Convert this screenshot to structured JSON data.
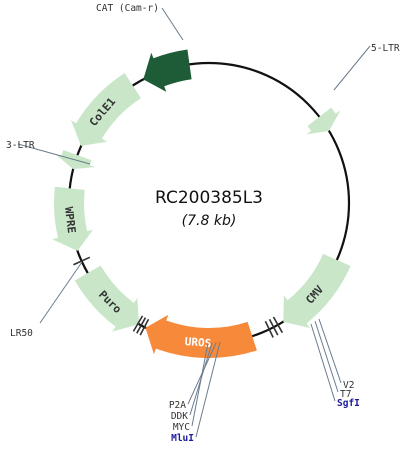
{
  "plasmid": {
    "name": "RC200385L3",
    "size": "(7.8 kb)"
  },
  "features": [
    {
      "id": "cat",
      "label": "CAT (Cam-r)",
      "start": -28,
      "end": -8,
      "dir": -1,
      "fill": "#1d5c36",
      "text_color": "#ffffff",
      "show_label": false
    },
    {
      "id": "ltr5",
      "label": "5-LTR",
      "start": 52,
      "end": 59,
      "dir": 1,
      "fill": "#c9e7c8",
      "text_color": "#333333",
      "show_label": false
    },
    {
      "id": "cmv",
      "label": "CMV",
      "start": 114,
      "end": 148,
      "dir": 1,
      "fill": "#c9e7c8",
      "text_color": "#333333",
      "show_label": true
    },
    {
      "id": "uros",
      "label": "UROS",
      "start": 162,
      "end": 207,
      "dir": 1,
      "fill": "#f7893b",
      "text_color": "#ffffff",
      "show_label": true
    },
    {
      "id": "puro",
      "label": "Puro",
      "start": 210,
      "end": 240,
      "dir": -1,
      "fill": "#c9e7c8",
      "text_color": "#333333",
      "show_label": true
    },
    {
      "id": "wpre",
      "label": "WPRE",
      "start": 250,
      "end": 276,
      "dir": -1,
      "fill": "#c9e7c8",
      "text_color": "#333333",
      "show_label": true
    },
    {
      "id": "ltr3",
      "label": "3-LTR",
      "start": 284,
      "end": 290,
      "dir": -1,
      "fill": "#c9e7c8",
      "text_color": "#333333",
      "show_label": false
    },
    {
      "id": "cole1",
      "label": "ColE1",
      "start": 294,
      "end": 327,
      "dir": -1,
      "fill": "#c9e7c8",
      "text_color": "#333333",
      "show_label": true
    }
  ],
  "outer_labels": [
    {
      "id": "cat",
      "text": "CAT (Cam-r)",
      "color": "#333333"
    },
    {
      "id": "ltr5",
      "text": "5-LTR",
      "color": "#333333"
    },
    {
      "id": "ltr3",
      "text": "3-LTR",
      "color": "#333333"
    },
    {
      "id": "lr50",
      "text": "LR50",
      "color": "#333333"
    },
    {
      "id": "v2",
      "text": "V2",
      "color": "#333333"
    },
    {
      "id": "t7",
      "text": "T7",
      "color": "#333333"
    },
    {
      "id": "sgfi",
      "text": "SgfI",
      "color": "#1a1a9c"
    },
    {
      "id": "p2a",
      "text": "P2A",
      "color": "#333333"
    },
    {
      "id": "ddk",
      "text": "DDK",
      "color": "#333333"
    },
    {
      "id": "myc",
      "text": "MYC",
      "color": "#333333"
    },
    {
      "id": "mlui",
      "text": "MluI",
      "color": "#1a1a9c"
    }
  ],
  "colors": {
    "backbone": "#111111",
    "leader_line": "#6a7c8e",
    "tick": "#333333"
  }
}
